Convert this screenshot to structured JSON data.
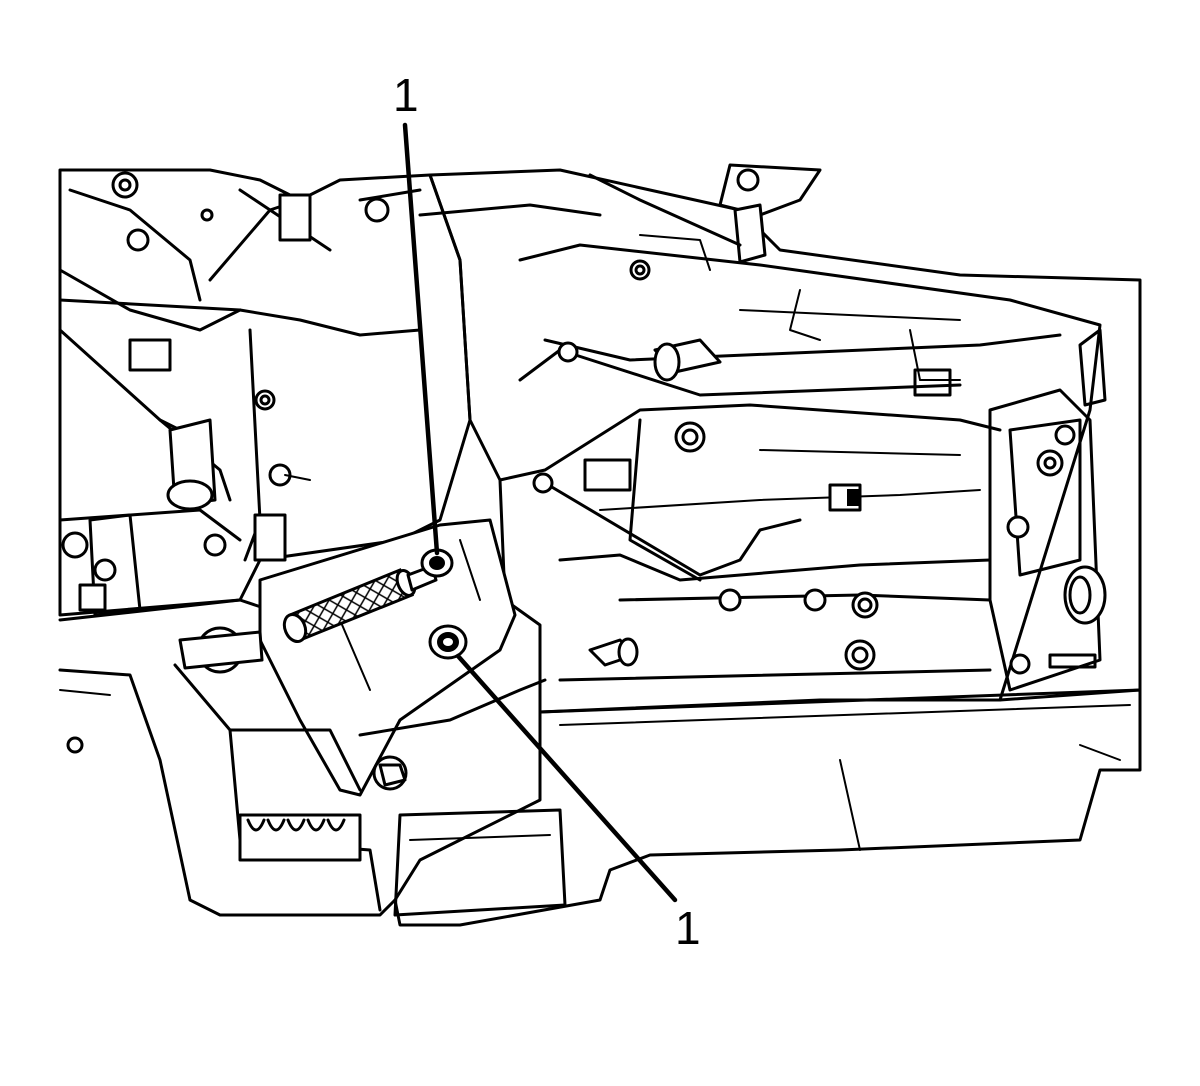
{
  "callouts": [
    {
      "label": "1",
      "target": "upper-washer"
    },
    {
      "label": "1",
      "target": "lower-washer"
    }
  ]
}
